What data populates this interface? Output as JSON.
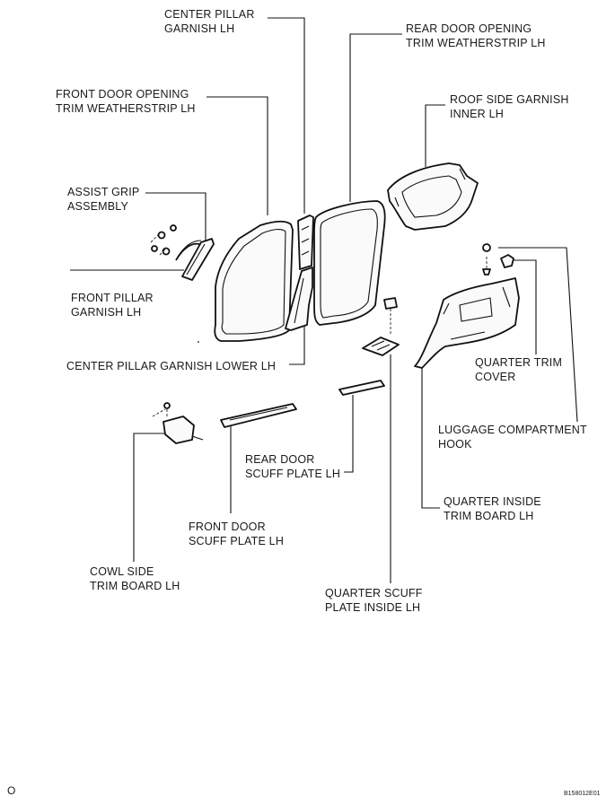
{
  "labels": {
    "center_pillar_garnish": [
      "CENTER PILLAR",
      "GARNISH LH"
    ],
    "rear_door_weatherstrip": [
      "REAR DOOR OPENING",
      "TRIM WEATHERSTRIP LH"
    ],
    "front_door_weatherstrip": [
      "FRONT DOOR OPENING",
      "TRIM WEATHERSTRIP LH"
    ],
    "roof_side_garnish": [
      "ROOF SIDE GARNISH",
      "INNER LH"
    ],
    "assist_grip": [
      "ASSIST GRIP",
      "ASSEMBLY"
    ],
    "front_pillar_garnish": [
      "FRONT PILLAR",
      "GARNISH LH"
    ],
    "center_pillar_lower": [
      "CENTER PILLAR GARNISH LOWER LH"
    ],
    "quarter_trim_cover": [
      "QUARTER TRIM",
      "COVER"
    ],
    "luggage_hook": [
      "LUGGAGE COMPARTMENT",
      "HOOK"
    ],
    "rear_door_scuff": [
      "REAR DOOR",
      "SCUFF PLATE LH"
    ],
    "quarter_inside_trim": [
      "QUARTER INSIDE",
      "TRIM BOARD LH"
    ],
    "front_door_scuff": [
      "FRONT DOOR",
      "SCUFF PLATE LH"
    ],
    "cowl_side_trim": [
      "COWL SIDE",
      "TRIM BOARD LH"
    ],
    "quarter_scuff_inside": [
      "QUARTER SCUFF",
      "PLATE INSIDE LH"
    ]
  },
  "corner_mark": "O",
  "figure_code": "B158012E01"
}
